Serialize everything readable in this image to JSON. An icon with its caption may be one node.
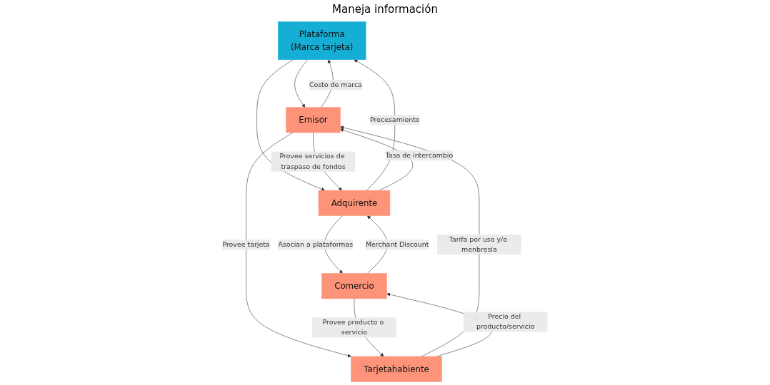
{
  "diagram": {
    "nodes": [
      {
        "text": [
          "Plataforma",
          "(Marca tarjeta)"
        ]
      },
      {
        "text": [
          "Emisor"
        ]
      },
      {
        "text": [
          "Adquirente"
        ]
      },
      {
        "text": [
          "Tarjetahabiente"
        ]
      },
      {
        "text": [
          "Comercio"
        ]
      }
    ],
    "edges": [
      {
        "from": 1,
        "to": 0,
        "arrow": "to",
        "label": "Costo de marca"
      },
      {
        "from": 0,
        "to": 1,
        "arrow": "to"
      },
      {
        "from": 0,
        "to": 2,
        "arrow": "to"
      },
      {
        "from": 2,
        "to": 0,
        "arrow": "to",
        "label": "Procesamiento"
      },
      {
        "from": 2,
        "to": 1,
        "arrow": "to",
        "label": "Tasa de intercambio"
      },
      {
        "from": 1,
        "to": 2,
        "arrow": "to",
        "label": "Provee servicios de traspaso de fondos"
      },
      {
        "from": 3,
        "to": 1,
        "arrow": "to",
        "label": "Tarifa por uso y/o menbresía"
      },
      {
        "from": 1,
        "to": 3,
        "arrow": "to",
        "label": "Provee tarjeta"
      },
      {
        "from": 2,
        "to": 4,
        "arrow": "to",
        "label": "Asocian a plataformas"
      },
      {
        "from": 4,
        "to": 2,
        "arrow": "to",
        "label": "Merchant Discount"
      },
      {
        "from": 3,
        "to": 4,
        "arrow": "to",
        "label": "Precio del producto/servicio"
      },
      {
        "from": 4,
        "to": 3,
        "arrow": "to",
        "label": "Provee producto o servicio"
      }
    ],
    "labels": [
      "Maneja información"
    ]
  }
}
